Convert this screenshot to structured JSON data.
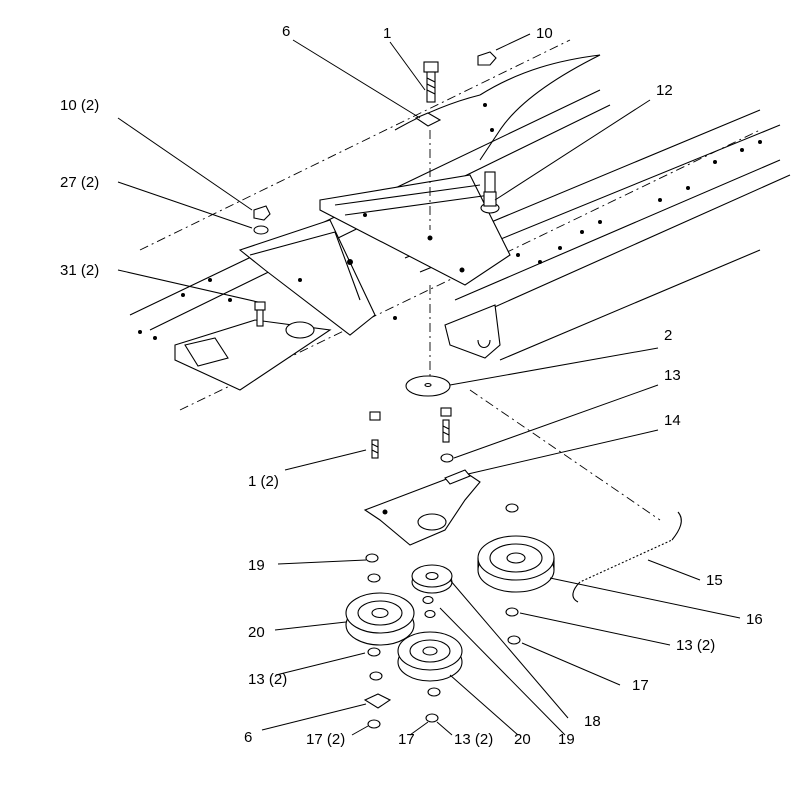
{
  "callouts": [
    {
      "id": "c1",
      "text": "1"
    },
    {
      "id": "c6",
      "text": "6"
    },
    {
      "id": "c10",
      "text": "10"
    },
    {
      "id": "c10_2",
      "text": "10 (2)"
    },
    {
      "id": "c12",
      "text": "12"
    },
    {
      "id": "c27_2",
      "text": "27 (2)"
    },
    {
      "id": "c31_2",
      "text": "31 (2)"
    },
    {
      "id": "c2",
      "text": "2"
    },
    {
      "id": "c13",
      "text": "13"
    },
    {
      "id": "c14",
      "text": "14"
    },
    {
      "id": "c1_2",
      "text": "1 (2)"
    },
    {
      "id": "c19a",
      "text": "19"
    },
    {
      "id": "c15",
      "text": "15"
    },
    {
      "id": "c16",
      "text": "16"
    },
    {
      "id": "c20a",
      "text": "20"
    },
    {
      "id": "c13_2a",
      "text": "13 (2)"
    },
    {
      "id": "c13_2b",
      "text": "13 (2)"
    },
    {
      "id": "c17",
      "text": "17"
    },
    {
      "id": "c6b",
      "text": "6"
    },
    {
      "id": "c17_2",
      "text": "17 (2)"
    },
    {
      "id": "c17b",
      "text": "17"
    },
    {
      "id": "c13_2c",
      "text": "13 (2)"
    },
    {
      "id": "c20b",
      "text": "20"
    },
    {
      "id": "c19b",
      "text": "19"
    },
    {
      "id": "c18",
      "text": "18"
    }
  ]
}
